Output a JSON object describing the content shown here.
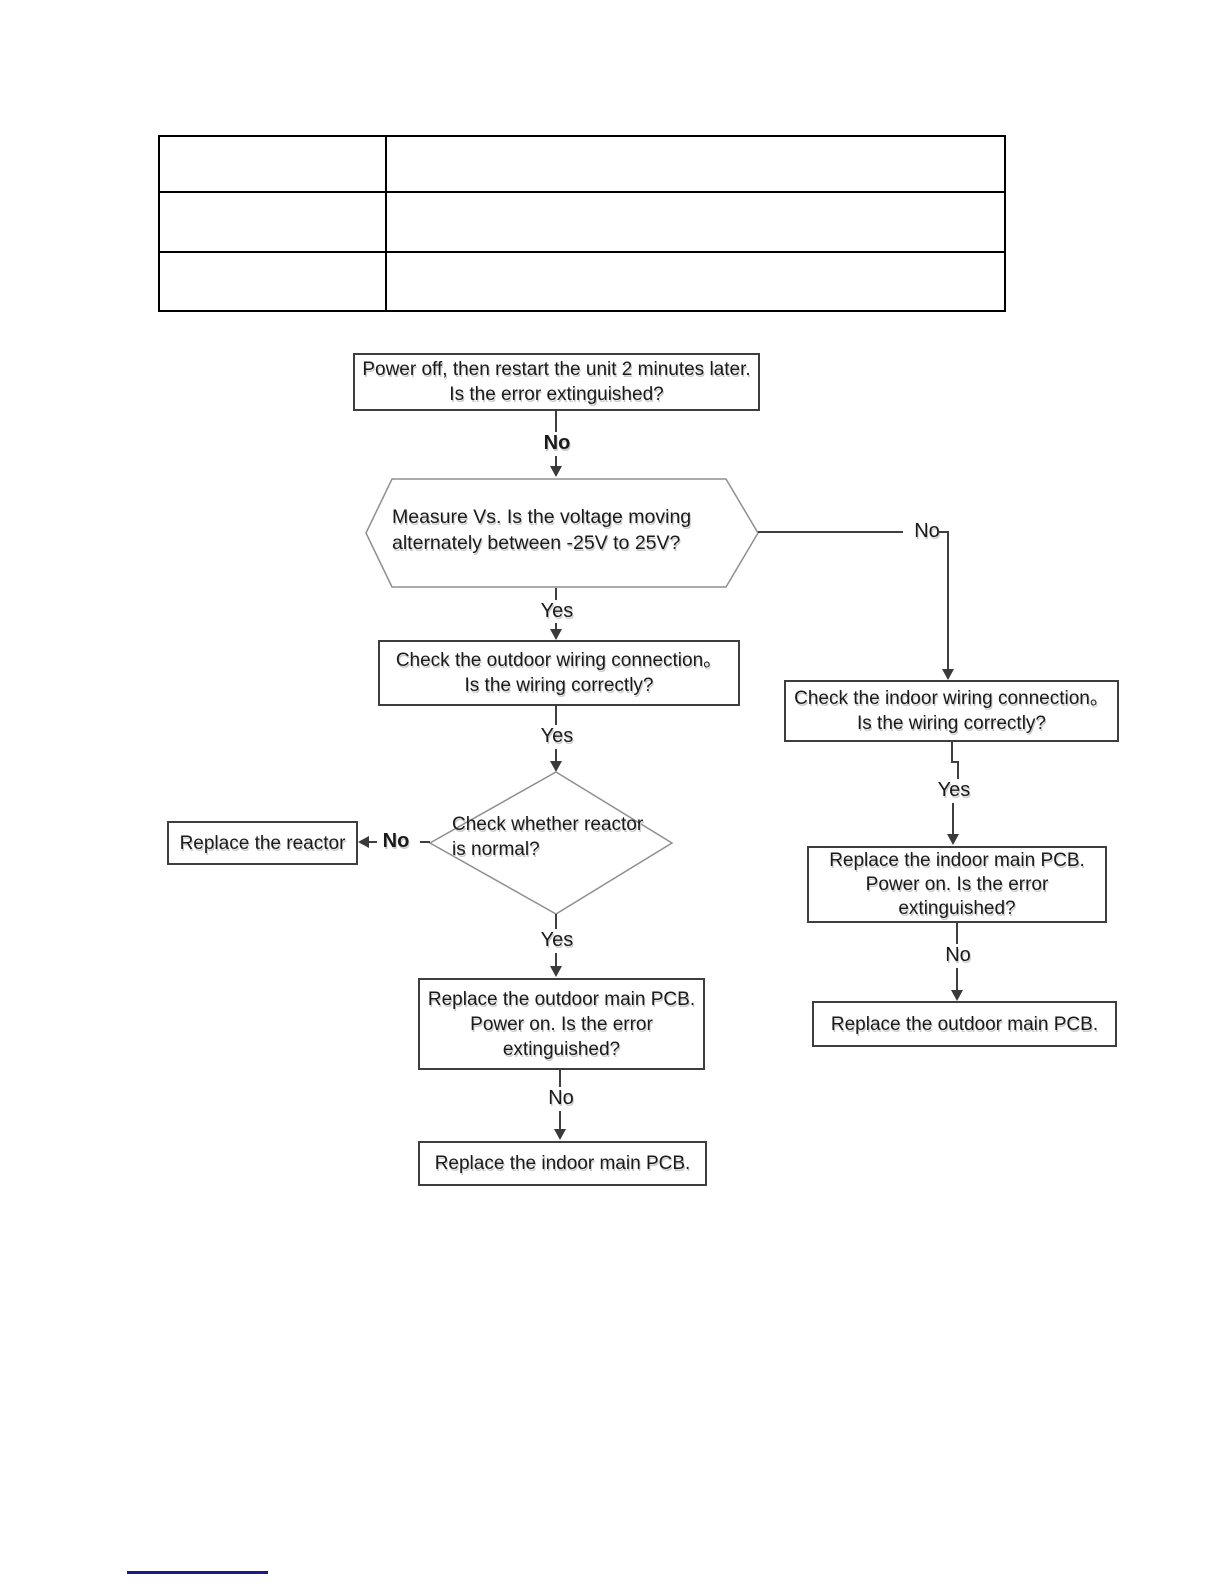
{
  "table": {
    "cells": [
      [
        "",
        ""
      ],
      [
        "",
        ""
      ],
      [
        "",
        ""
      ]
    ]
  },
  "flowchart": {
    "nodes": {
      "power_off": {
        "lines": [
          "Power off, then restart the unit 2 minutes later.",
          "Is the error extinguished?"
        ]
      },
      "measure_vs": {
        "lines": [
          "Measure  Vs. Is the voltage  moving",
          "alternately between -25V to 25V?"
        ]
      },
      "check_outdoor_wiring": {
        "lines": [
          "Check the outdoor wiring connection。",
          "Is the wiring correctly?"
        ]
      },
      "check_indoor_wiring": {
        "lines": [
          "Check the indoor wiring connection。",
          "Is the wiring correctly?"
        ]
      },
      "check_reactor": {
        "lines": [
          "Check whether reactor",
          "is normal?"
        ]
      },
      "replace_reactor": {
        "lines": [
          "Replace  the reactor"
        ]
      },
      "replace_outdoor_pcb_power_on": {
        "lines": [
          "Replace the outdoor main PCB.",
          "Power on. Is the error",
          "extinguished?"
        ]
      },
      "replace_indoor_pcb_final": {
        "lines": [
          "Replace the indoor main PCB."
        ]
      },
      "replace_indoor_pcb_power_on": {
        "lines": [
          "Replace the indoor main PCB.",
          "Power on. Is the error",
          "extinguished?"
        ]
      },
      "replace_outdoor_pcb_final": {
        "lines": [
          "Replace  the outdoor main PCB."
        ]
      }
    },
    "labels": {
      "no_top": "No",
      "yes_hex": "Yes",
      "yes_outdoor": "Yes",
      "no_reactor": "No",
      "yes_diamond": "Yes",
      "no_outdoor_pcb": "No",
      "no_hex_right": "No",
      "yes_indoor": "Yes",
      "no_indoor_pcb": "No"
    },
    "colors": {
      "line": "#3f3f3f",
      "box_border": "#3e3e3e",
      "shape_border": "#8f8f8f",
      "text": "#1a1a1a",
      "footer_rule": "#1a1a8c"
    }
  }
}
